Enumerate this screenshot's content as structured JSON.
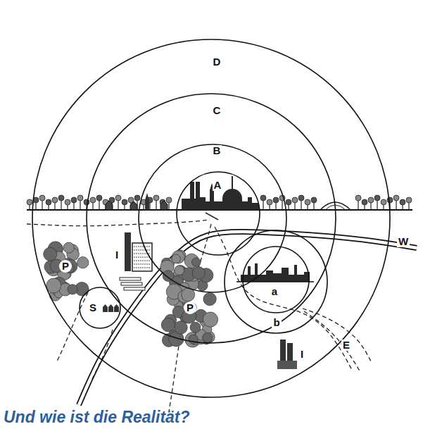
{
  "diagram": {
    "caption": "Und wie ist die Realität?",
    "nodes": [
      {
        "text": [
          "D"
        ]
      },
      {
        "text": [
          "C"
        ],
        "in": 0
      },
      {
        "text": [
          "B"
        ],
        "in": 1
      },
      {
        "text": [
          "A"
        ],
        "in": 2
      },
      {
        "text": [
          "S"
        ],
        "in": 0
      },
      {
        "text": [
          "b"
        ],
        "in": 1
      },
      {
        "text": [
          "a"
        ],
        "in": 5
      }
    ],
    "labels": [
      "P",
      "P",
      "I",
      "I",
      "W",
      "E"
    ]
  }
}
